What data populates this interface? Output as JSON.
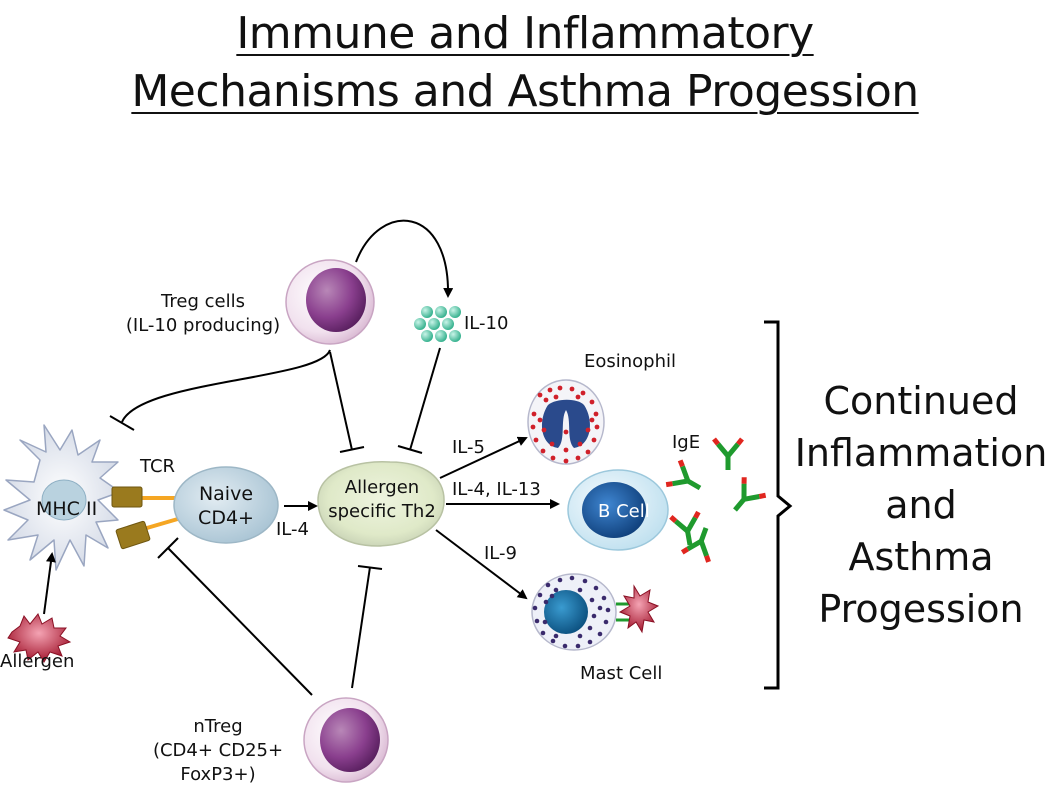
{
  "title": {
    "line1": "Immune and Inflammatory",
    "line2": "Mechanisms and Asthma Progession"
  },
  "labels": {
    "treg_line1": "Treg cells",
    "treg_line2": "(IL-10 producing)",
    "il10": "IL-10",
    "eosinophil": "Eosinophil",
    "ige": "IgE",
    "tcr": "TCR",
    "mhc2": "MHC II",
    "naive_line1": "Naive",
    "naive_line2": "CD4+",
    "il4_left": "IL-4",
    "th2_line1": "Allergen",
    "th2_line2": "specific Th2",
    "il5": "IL-5",
    "il4_il13": "IL-4, IL-13",
    "bcell": "B Cell",
    "il9": "IL-9",
    "mast_cell": "Mast Cell",
    "allergen": "Allergen",
    "ntreg_line1": "nTreg",
    "ntreg_line2": "(CD4+ CD25+",
    "ntreg_line3": "FoxP3+)"
  },
  "outcome": {
    "line1": "Continued",
    "line2": "Inflammation",
    "line3": "and",
    "line4": "Asthma",
    "line5": "Progession"
  },
  "colors": {
    "treg_nucleus": "#8a3f8e",
    "th2_cell": "#dfe9c8",
    "naive_cell": "#b9d2df",
    "bcell": "#1e63b0",
    "il10_dots": "#4fc7a5",
    "antibody_green": "#1f9a2e",
    "antibody_red": "#e0261f",
    "allergen": "#c8384e",
    "tcr_gold": "#9a7a1e",
    "tcr_orange": "#f5a623"
  },
  "icons": [
    "treg-cell-icon",
    "il10-cluster-icon",
    "eosinophil-icon",
    "antibody-icon",
    "dendritic-cell-icon",
    "naive-cd4-icon",
    "th2-cell-icon",
    "bcell-icon",
    "mast-cell-icon",
    "allergen-icon",
    "ntreg-cell-icon",
    "bracket-icon"
  ]
}
